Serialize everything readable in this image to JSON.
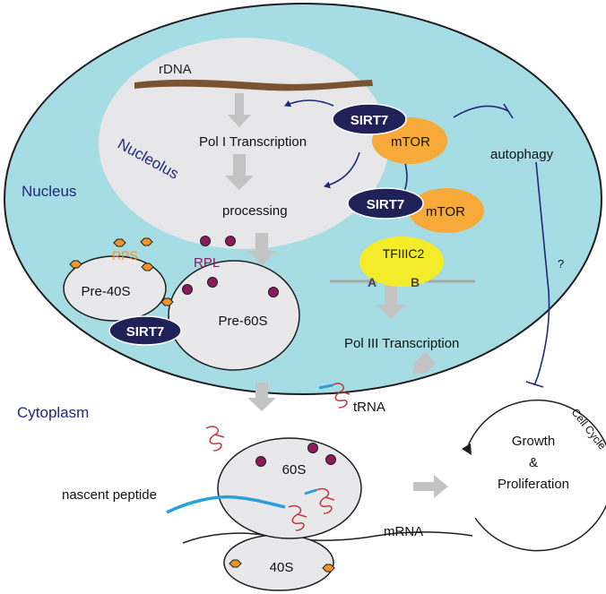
{
  "labels": {
    "nucleus": "Nucleus",
    "nucleolus": "Nucleolus",
    "cytoplasm": "Cytoplasm",
    "rdna": "rDNA",
    "pol1": "Pol I Transcription",
    "processing": "processing",
    "autophagy": "autophagy",
    "question": "?",
    "rps": "RPS",
    "rpl": "RPL",
    "pre40s": "Pre-40S",
    "pre60s": "Pre-60S",
    "sirt7": "SIRT7",
    "mtor": "mTOR",
    "tfiiic2": "TFIIIC2",
    "box_a": "A",
    "box_b": "B",
    "pol3": "Pol III Transcription",
    "trna": "tRNA",
    "ribo_60s": "60S",
    "ribo_40s": "40S",
    "nascent_peptide": "nascent peptide",
    "mrna": "mRNA",
    "growth": "Growth",
    "amp": "&",
    "proliferation": "Proliferation",
    "cell_cycle": "Cell Cycle"
  },
  "colors": {
    "nucleus_fill": "#a6dce3",
    "nucleolus_fill": "#e7e7e9",
    "organelle_fill": "#e8e8ea",
    "sirt7_fill": "#1f2157",
    "mtor_fill": "#f7a93a",
    "tfiiic2_fill": "#f4ec2a",
    "rps_color": "#f0952a",
    "rpl_color": "#8a1c5e",
    "rna_red": "#c8343f",
    "peptide_blue": "#2a9fd8",
    "rdna_brown": "#7a5430",
    "navy": "#1f2a7a",
    "arrow_gray": "#c3c3c3"
  }
}
